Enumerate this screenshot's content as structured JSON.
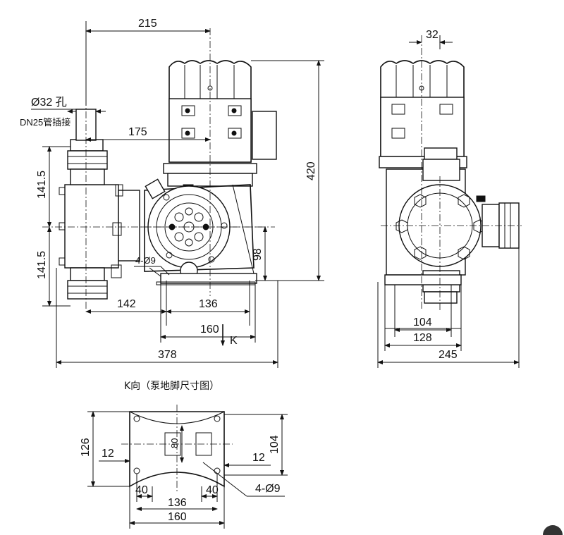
{
  "dimensions": {
    "d215": "215",
    "d175": "175",
    "d141_5_top": "141.5",
    "d141_5_bot": "141.5",
    "d420": "420",
    "d98": "98",
    "d142": "142",
    "d136": "136",
    "d160": "160",
    "d378": "378",
    "d32": "32",
    "d104": "104",
    "d128": "128",
    "d245": "245",
    "hole_note": "4-Ø9"
  },
  "labels": {
    "inlet_hole": "Ø32 孔",
    "inlet_pipe": "DN25管插接",
    "view_arrow": "K",
    "view_caption": "K向（泵地脚尺寸图）"
  },
  "base_view": {
    "d126": "126",
    "d104": "104",
    "d12_left": "12",
    "d12_right": "12",
    "d80": "80",
    "d40_left": "40",
    "d40_right": "40",
    "d136": "136",
    "d160": "160",
    "hole_note": "4-Ø9"
  }
}
